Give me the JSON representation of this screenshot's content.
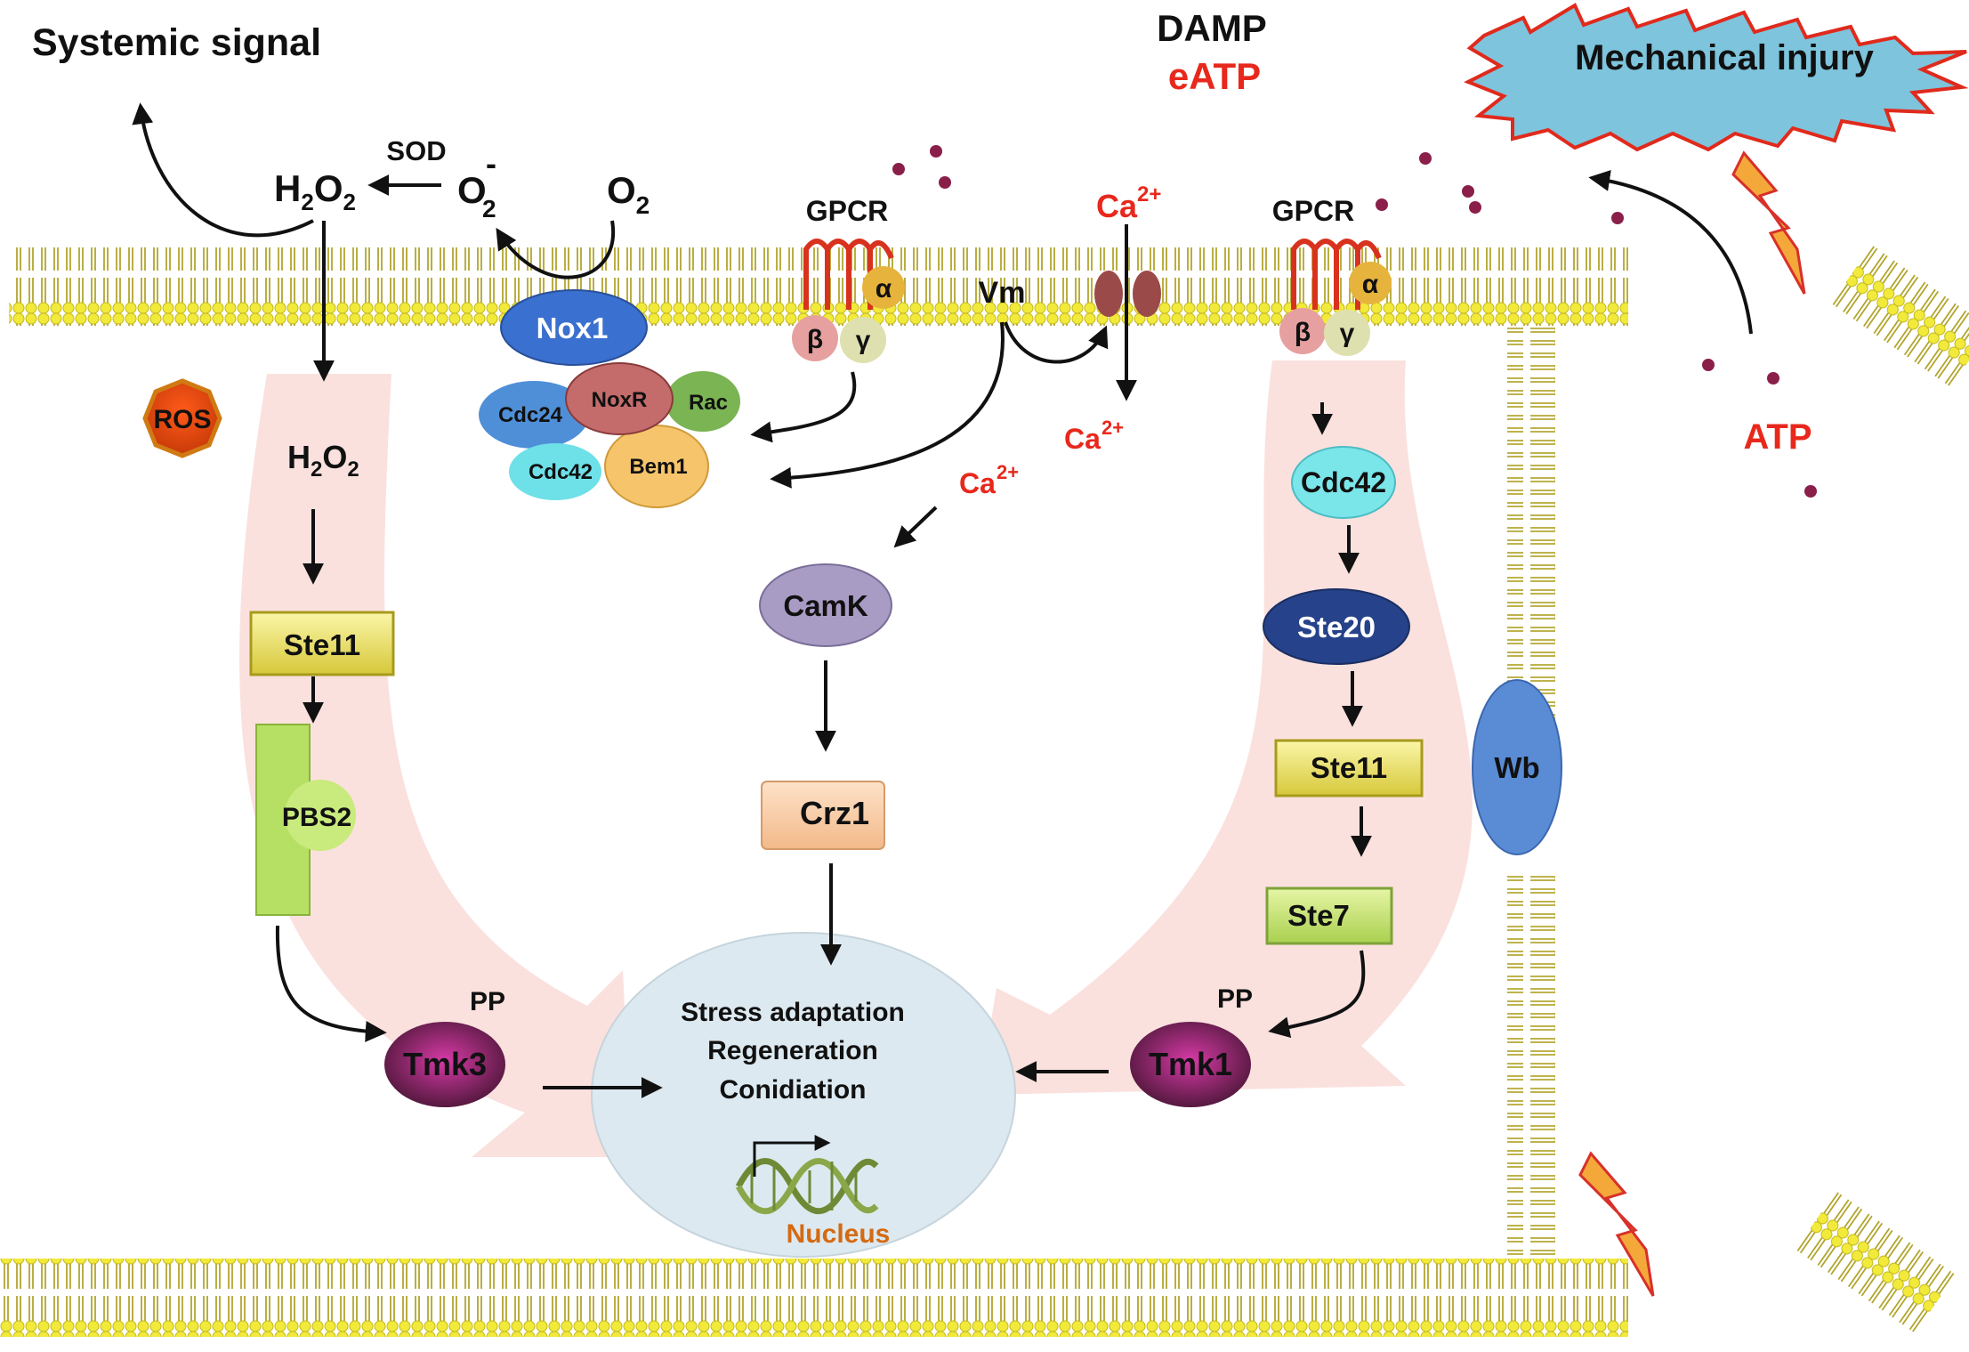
{
  "title": "Systemic signal",
  "damp": "DAMP",
  "eatp": "eATP",
  "mechanical_injury": "Mechanical injury",
  "atp": "ATP",
  "colors": {
    "membrane_head": "#f2ea3a",
    "membrane_tail": "#b0a21a",
    "red_text": "#e8281c",
    "pathway_band": "#f9dcd8",
    "nucleus": "#dde9f0",
    "dots": "#8a1f4a"
  },
  "ros_branch": {
    "sod": "SOD",
    "h2o2_top": {
      "base": "H",
      "sub1": "2",
      "mid": "O",
      "sub2": "2"
    },
    "superoxide": {
      "base": "O",
      "sub": "2",
      "sup": "-"
    },
    "oxygen": {
      "base": "O",
      "sub": "2"
    },
    "ros": "ROS",
    "h2o2_inner": {
      "base": "H",
      "sub1": "2",
      "mid": "O",
      "sub2": "2"
    },
    "ste11": "Ste11",
    "pbs2": "PBS2",
    "pp": "PP",
    "tmk3": "Tmk3"
  },
  "nox_complex": {
    "nox1": "Nox1",
    "cdc24": "Cdc24",
    "noxr": "NoxR",
    "rac": "Rac",
    "cdc42": "Cdc42",
    "bem1": "Bem1"
  },
  "gpcr_left": {
    "label": "GPCR",
    "alpha": "α",
    "beta": "β",
    "gamma": "γ"
  },
  "gpcr_right": {
    "label": "GPCR",
    "alpha": "α",
    "beta": "β",
    "gamma": "γ"
  },
  "vm": "Vm",
  "calcium": {
    "top": {
      "base": "Ca",
      "sup": "2+"
    },
    "below_channel": {
      "base": "Ca",
      "sup": "2+"
    },
    "cytosol": {
      "base": "Ca",
      "sup": "2+"
    },
    "camk": "CamK",
    "crz1": "Crz1"
  },
  "mapk_branch": {
    "cdc42": "Cdc42",
    "ste20": "Ste20",
    "ste11": "Ste11",
    "ste7": "Ste7",
    "pp": "PP",
    "tmk1": "Tmk1",
    "wb": "Wb"
  },
  "nucleus": {
    "line1": "Stress adaptation",
    "line2": "Regeneration",
    "line3": "Conidiation",
    "label": "Nucleus"
  }
}
